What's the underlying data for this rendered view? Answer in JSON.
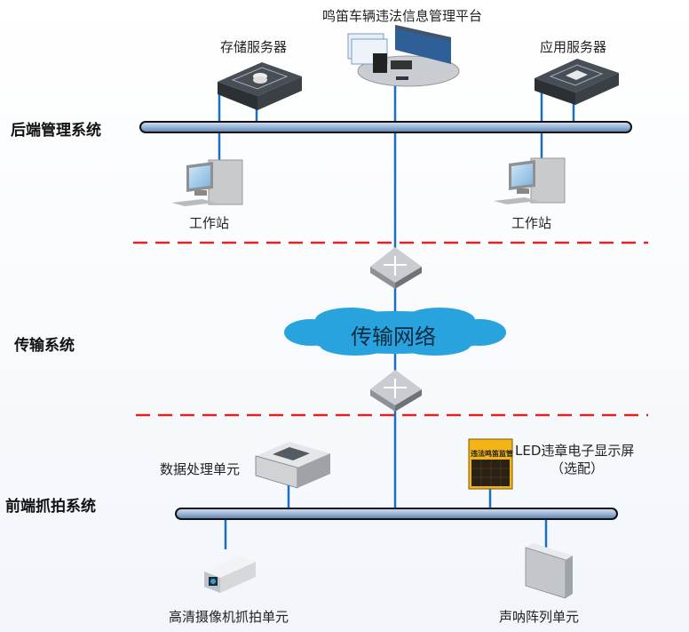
{
  "sections": {
    "backend": "后端管理系统",
    "transmission": "传输系统",
    "frontend": "前端抓拍系统"
  },
  "backend": {
    "platform_label": "鸣笛车辆违法信息管理平台",
    "storage_server_label": "存储服务器",
    "app_server_label": "应用服务器",
    "workstation_left_label": "工作站",
    "workstation_right_label": "工作站"
  },
  "transmission": {
    "network_label": "传输网络"
  },
  "frontend": {
    "data_unit_label": "数据处理单元",
    "led_label_line1": "LED违章电子显示屏",
    "led_label_line2": "（选配）",
    "led_sign_text": "违法鸣笛监管",
    "camera_label": "高清摄像机抓拍单元",
    "array_label": "声呐阵列单元"
  },
  "colors": {
    "link": "#1a6fc0",
    "divider": "#e02424",
    "cloud": "#29a3de",
    "bus_fill": "#9fb9d8"
  }
}
